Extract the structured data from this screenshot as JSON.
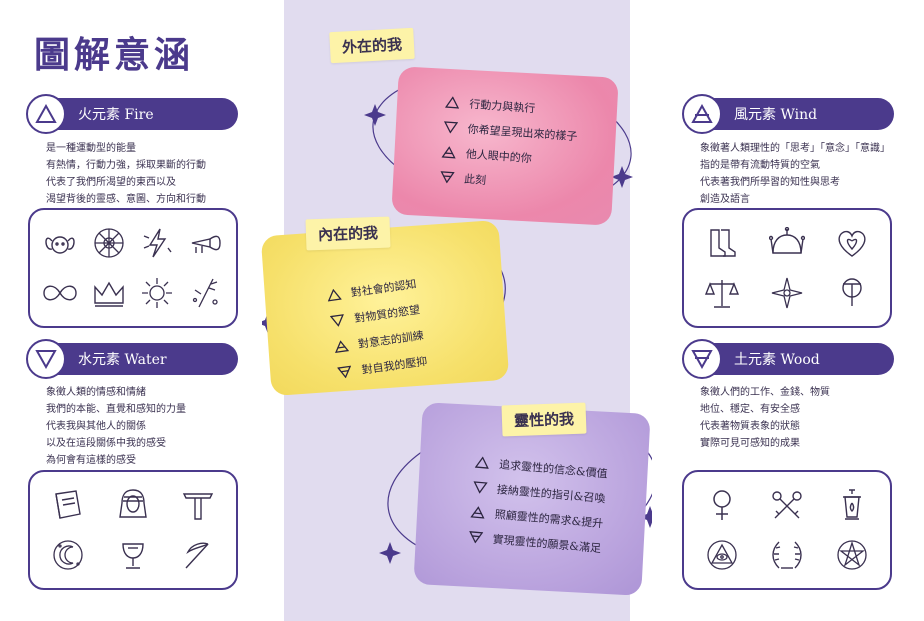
{
  "title": "圖解意涵",
  "fire": {
    "label": "火元素 Fire",
    "icon": "fire-triangle-icon",
    "lines": [
      "是一種運動型的能量",
      "有熱情，行動力強，採取果斷的行動",
      "代表了我們所渴望的東西以及",
      "渴望背後的靈感、意圖、方向和行動"
    ]
  },
  "water": {
    "label": "水元素 Water",
    "icon": "water-triangle-icon",
    "lines": [
      "象徵人類的情感和情緒",
      "我們的本能、直覺和感知的力量",
      "代表我與其他人的關係",
      "以及在這段關係中我的感受",
      "為何會有這樣的感受"
    ]
  },
  "wind": {
    "label": "風元素 Wind",
    "icon": "air-triangle-icon",
    "lines": [
      "象徵著人類理性的「思考」「意念」「意識」",
      "指的是帶有流動特質的空氣",
      "代表著我們所學習的知性與思考",
      "創造及語言"
    ]
  },
  "wood": {
    "label": "土元素 Wood",
    "icon": "earth-triangle-icon",
    "lines": [
      "象徵人們的工作、金錢、物質",
      "地位、穩定、有安全感",
      "代表著物質表象的狀態",
      "實際可見可感知的成果"
    ]
  },
  "outer": {
    "tag": "外在的我",
    "items": [
      "行動力與執行",
      "你希望呈現出來的樣子",
      "他人眼中的你",
      "此刻"
    ]
  },
  "inner": {
    "tag": "內在的我",
    "items": [
      "對社會的認知",
      "對物質的慾望",
      "對意志的訓練",
      "對自我的壓抑"
    ]
  },
  "spirit": {
    "tag": "靈性的我",
    "items": [
      "追求靈性的信念&價值",
      "接納靈性的指引&召喚",
      "照顧靈性的需求&提升",
      "實現靈性的願景&滿足"
    ]
  },
  "colors": {
    "accent": "#4b3a8c",
    "center_bg": "#e1dcef",
    "tag": "#fdf3a8"
  }
}
